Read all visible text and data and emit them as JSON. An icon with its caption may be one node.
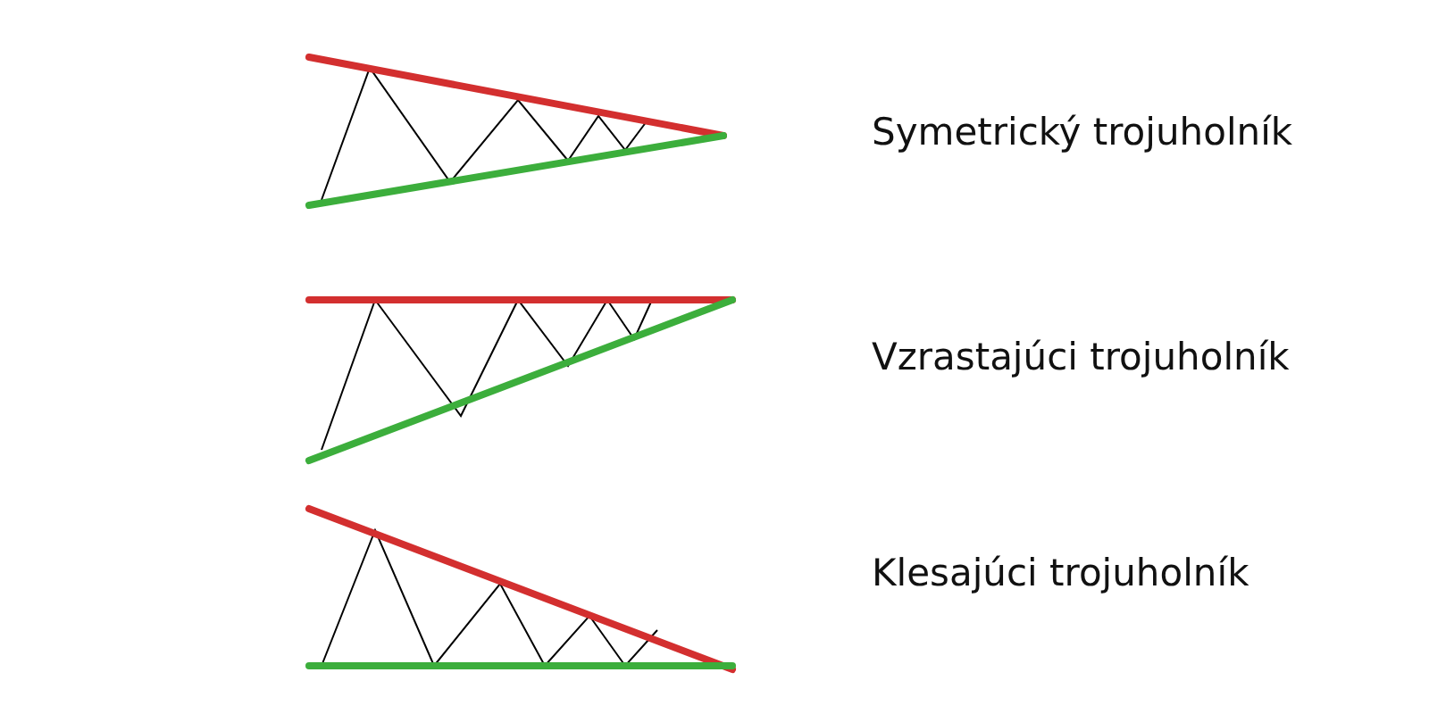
{
  "diagram": {
    "labels": [
      "Symetrický trojuholník",
      "Vzrastajúci trojuholník",
      "Klesajúci trojuholník"
    ]
  }
}
